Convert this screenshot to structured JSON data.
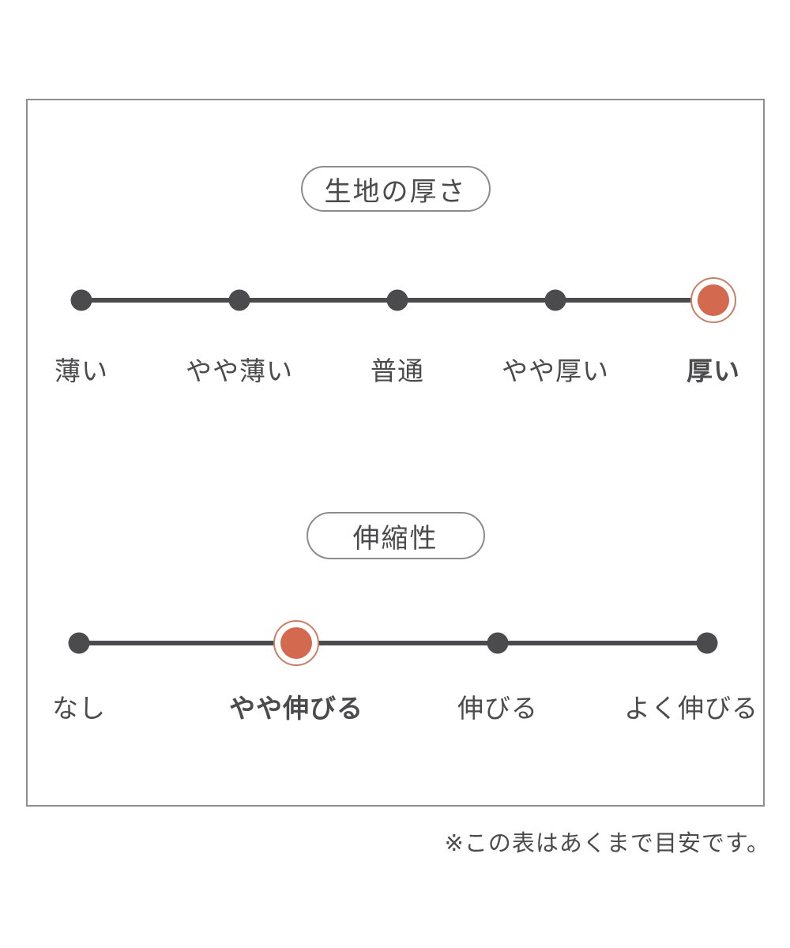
{
  "chart_data": [
    {
      "type": "scale",
      "title": "生地の厚さ",
      "categories": [
        "薄い",
        "やや薄い",
        "普通",
        "やや厚い",
        "厚い"
      ],
      "selected": "厚い",
      "selected_index": 4,
      "num_levels": 5
    },
    {
      "type": "scale",
      "title": "伸縮性",
      "categories": [
        "なし",
        "やや伸びる",
        "伸びる",
        "よく伸びる"
      ],
      "selected": "やや伸びる",
      "selected_index": 1,
      "num_levels": 4
    }
  ],
  "note": "※この表はあくまで目安です。",
  "colors": {
    "ink": "#4b4b4d",
    "accent": "#d3694f",
    "accent_ring": "#c68067",
    "frame_border": "#8f8f8f"
  }
}
